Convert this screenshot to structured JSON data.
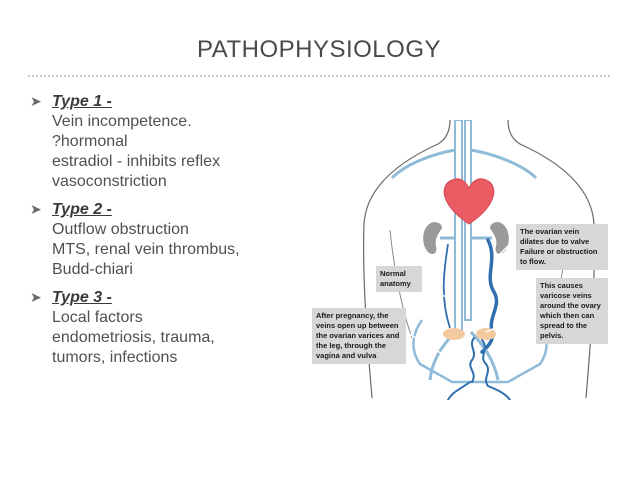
{
  "slide": {
    "title": "PATHOPHYSIOLOGY"
  },
  "bullets": [
    {
      "heading": "Type 1 -",
      "lines": [
        "Vein incompetence.",
        "?hormonal",
        "estradiol - inhibits reflex",
        "vasoconstriction"
      ]
    },
    {
      "heading": "Type 2 -",
      "lines": [
        "Outflow obstruction",
        "MTS, renal vein thrombus,",
        "Budd-chiari"
      ]
    },
    {
      "heading": "Type 3 -",
      "lines": [
        "Local factors",
        "endometriosis, trauma,",
        "tumors, infections"
      ]
    }
  ],
  "figure": {
    "callouts": {
      "normal_anatomy": "Normal anatomy",
      "after_pregnancy": "After pregnancy, the veins open up between the ovarian varices and the leg, through the vagina and vulva",
      "ovarian_vein": "The ovarian vein dilates due to valve Failure or obstruction to flow.",
      "varicose": "This causes varicose veins around the ovary which then can spread to the pelvis."
    },
    "colors": {
      "vein": "#2f6fb0",
      "artery_outline": "#8fbbd8",
      "heart": "#ea5b63",
      "kidney": "#9a9a9a",
      "ovary": "#f3c9a0"
    }
  }
}
